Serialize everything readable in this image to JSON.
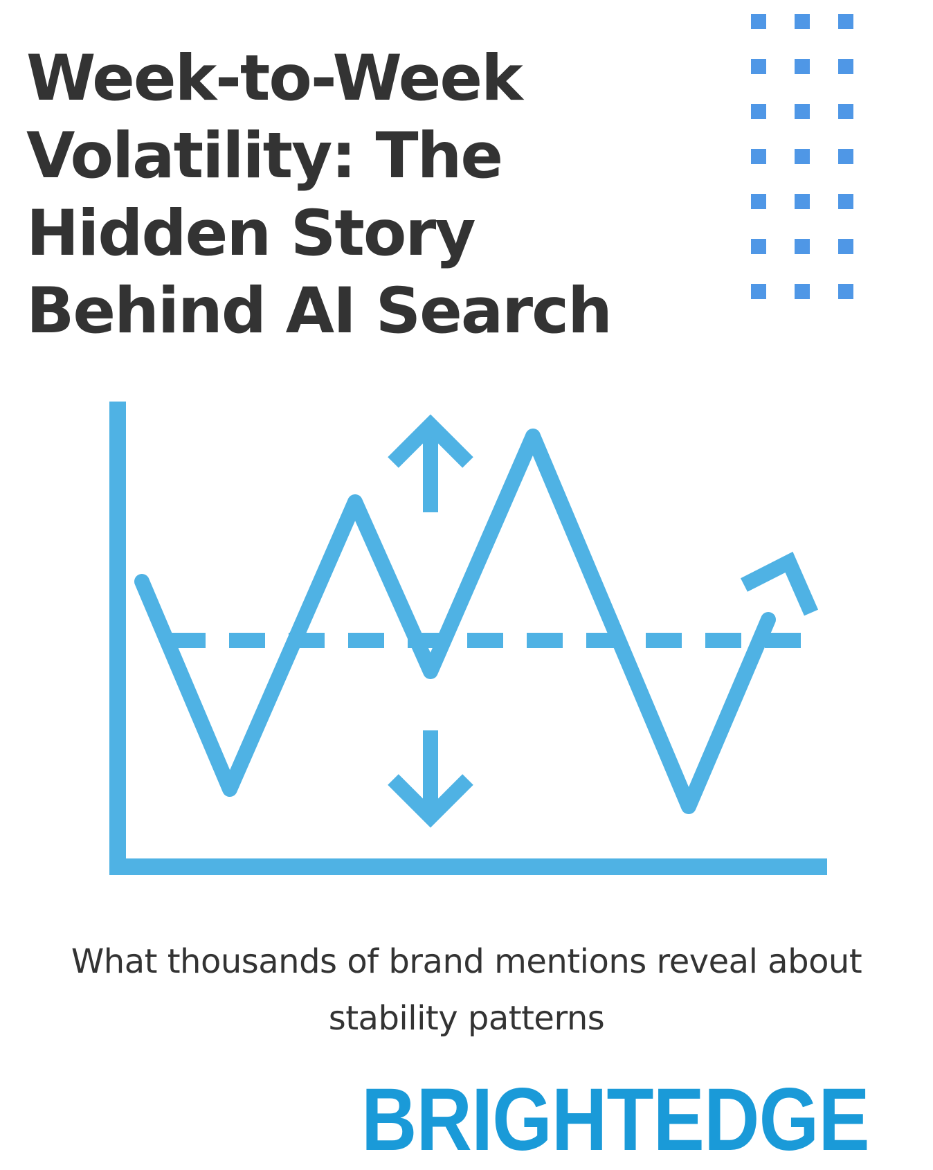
{
  "title": {
    "lines": [
      "Week-to-Week",
      "Volatility: The",
      "Hidden Story",
      "Behind AI Search"
    ]
  },
  "subtitle": {
    "lines": [
      "What thousands of brand mentions reveal about",
      "stability patterns"
    ]
  },
  "logo": {
    "text": "BRIGHTEDGE"
  },
  "colors": {
    "heading_text": "#333333",
    "dot_grid": "#4f97e6",
    "illustration": "#4fb2e4",
    "logo": "#1a9ad8"
  },
  "icons": [
    "dot-grid-decoration",
    "volatility-chart-icon",
    "up-arrow-icon",
    "down-arrow-icon",
    "trend-arrow-icon"
  ]
}
